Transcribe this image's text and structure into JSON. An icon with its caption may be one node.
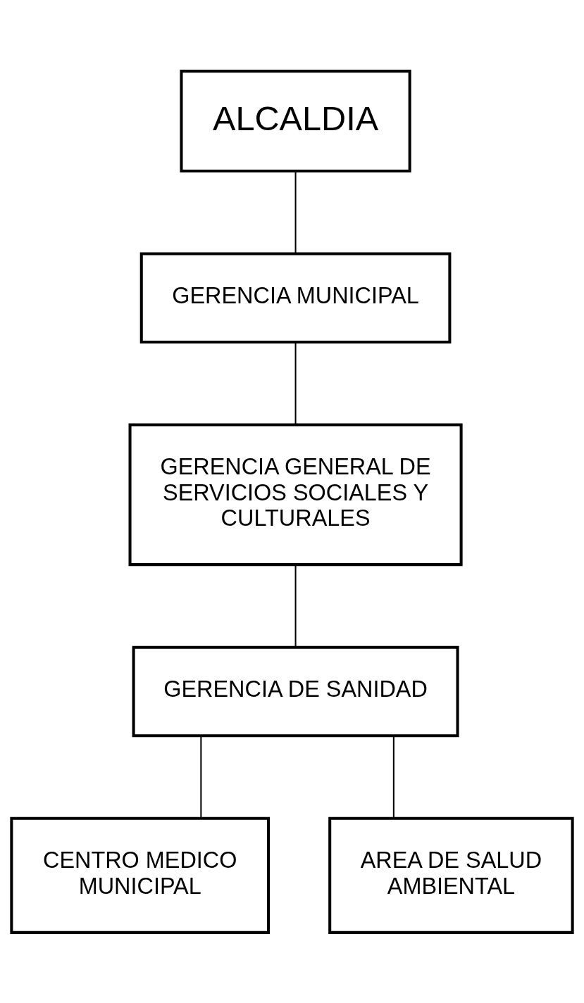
{
  "diagram": {
    "nodes": [
      {
        "text": [
          "ALCALDIA"
        ]
      },
      {
        "text": [
          "GERENCIA MUNICIPAL"
        ]
      },
      {
        "text": [
          "GERENCIA GENERAL DE SERVICIOS SOCIALES Y CULTURALES"
        ]
      },
      {
        "text": [
          "GERENCIA DE SANIDAD"
        ]
      },
      {
        "text": [
          "CENTRO MEDICO MUNICIPAL"
        ]
      },
      {
        "text": [
          "AREA DE SALUD AMBIENTAL"
        ]
      }
    ],
    "edges": [
      {
        "from": 0,
        "to": 1,
        "arrow": "none"
      },
      {
        "from": 1,
        "to": 2,
        "arrow": "none"
      },
      {
        "from": 2,
        "to": 3,
        "arrow": "none"
      },
      {
        "from": 3,
        "to": 4,
        "arrow": "none"
      },
      {
        "from": 3,
        "to": 5,
        "arrow": "none"
      }
    ]
  }
}
